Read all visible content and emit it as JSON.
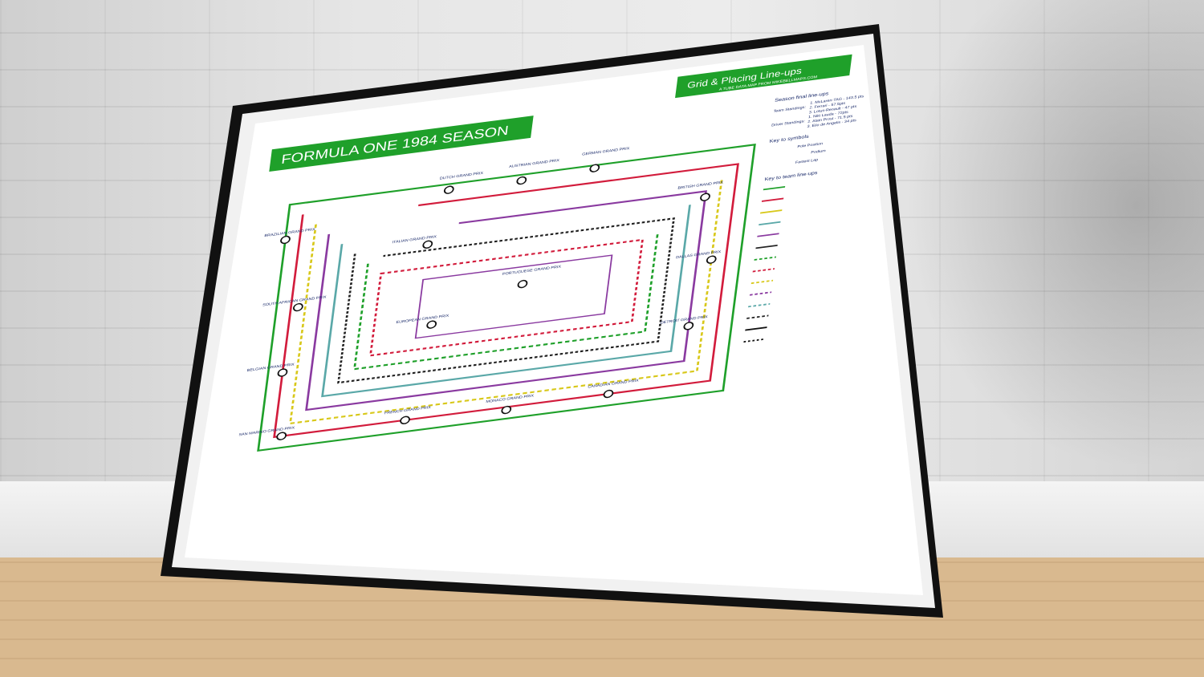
{
  "poster": {
    "title": "FORMULA ONE 1984 SEASON",
    "subtitle_main": "Grid & Placing Line-ups",
    "subtitle_small": "A TUBE DATA MAP FROM MIKEBELLMAPS.COM"
  },
  "legend": {
    "season_heading": "Season final line-ups",
    "team_standings_label": "Team Standings:",
    "team_standings": [
      "1. McLaren-TAG - 143.5 pts",
      "2. Ferrari - 57.5pts",
      "3. Lotus-Renault - 47 pts"
    ],
    "driver_standings_label": "Driver Standings:",
    "driver_standings": [
      "1. Niki Lauda - 72pts",
      "2. Alain Prost - 71.5 pts",
      "3. Elio de Angelis - 34 pts"
    ],
    "symbols_heading": "Key to symbols",
    "symbols": [
      "Pole Position",
      "Podium",
      "Fastest Lap"
    ],
    "teams_heading": "Key to team line-ups"
  },
  "races": [
    "BRAZILIAN GRAND PRIX",
    "DUTCH GRAND PRIX",
    "AUSTRIAN GRAND PRIX",
    "GERMAN GRAND PRIX",
    "BRITISH GRAND PRIX",
    "SOUTH AFRICAN GRAND PRIX",
    "ITALIAN GRAND PRIX",
    "PORTUGUESE GRAND PRIX",
    "DALLAS GRAND PRIX",
    "EUROPEAN GRAND PRIX",
    "BELGIAN GRAND PRIX",
    "DETROIT GRAND PRIX",
    "FRENCH GRAND PRIX",
    "MONACO GRAND PRIX",
    "CANADIAN GRAND PRIX",
    "SAN MARINO GRAND PRIX"
  ],
  "colors": {
    "green": "#1fa02a",
    "frame": "#111111",
    "red": "#d21c3c",
    "yellow": "#d8c81a",
    "purple": "#8a3aa0",
    "teal": "#5aa8a8",
    "dark": "#222222"
  }
}
